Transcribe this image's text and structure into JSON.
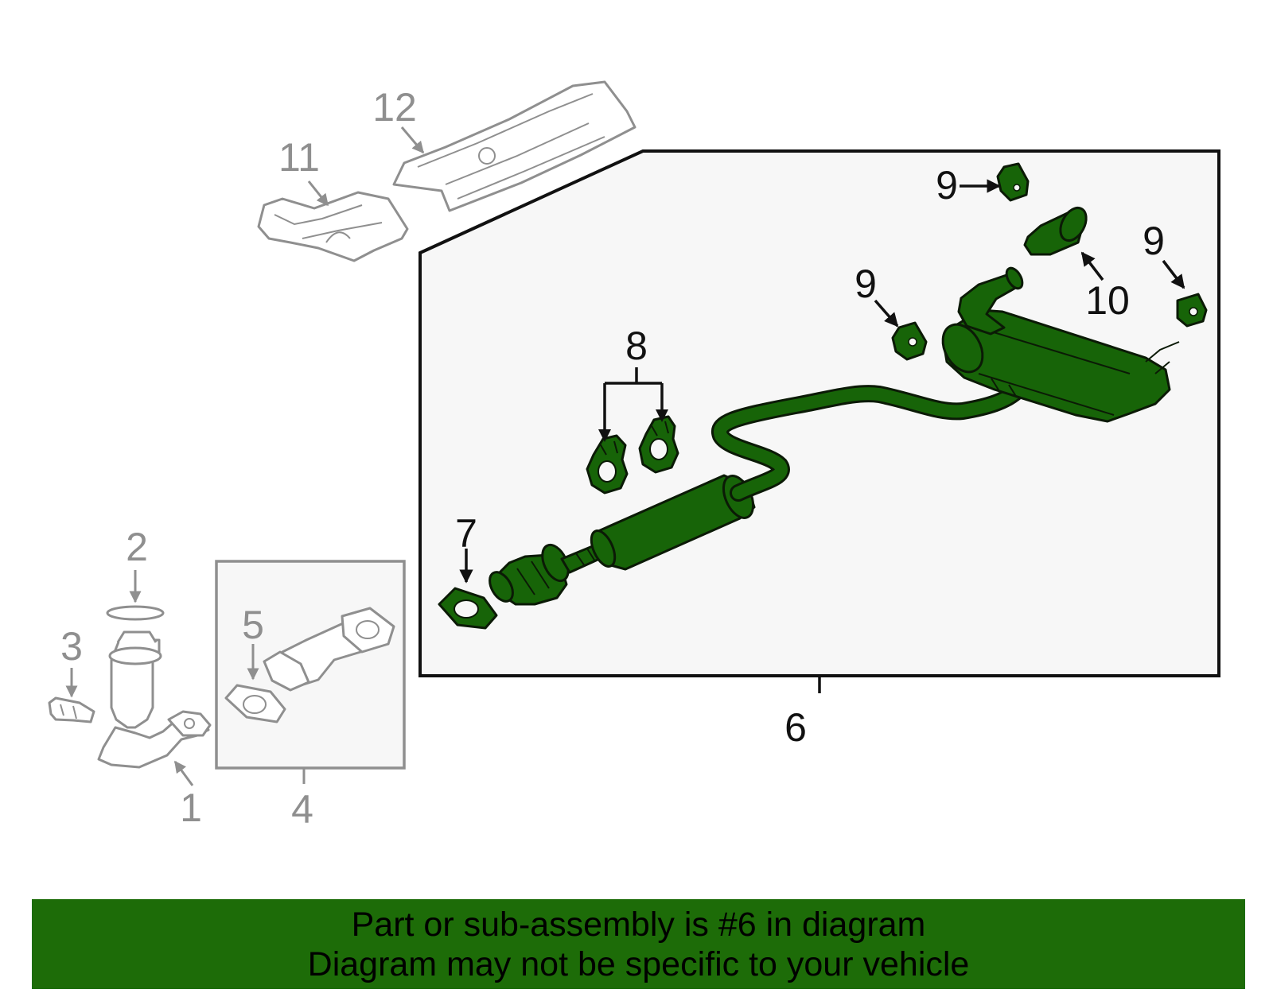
{
  "colors": {
    "highlight_green": "#176408",
    "banner_green": "#1d6c08",
    "panel_fill": "#f7f7f7",
    "muted_gray": "#8f8f8f",
    "outline_black": "#111111"
  },
  "callouts": {
    "n1": "1",
    "n2": "2",
    "n3": "3",
    "n4": "4",
    "n5": "5",
    "n6": "6",
    "n7": "7",
    "n8": "8",
    "n9": "9",
    "n10": "10",
    "n11": "11",
    "n12": "12"
  },
  "banner": {
    "line1": "Part or sub-assembly is #6 in diagram",
    "line2": "Diagram may not be specific to your vehicle"
  }
}
